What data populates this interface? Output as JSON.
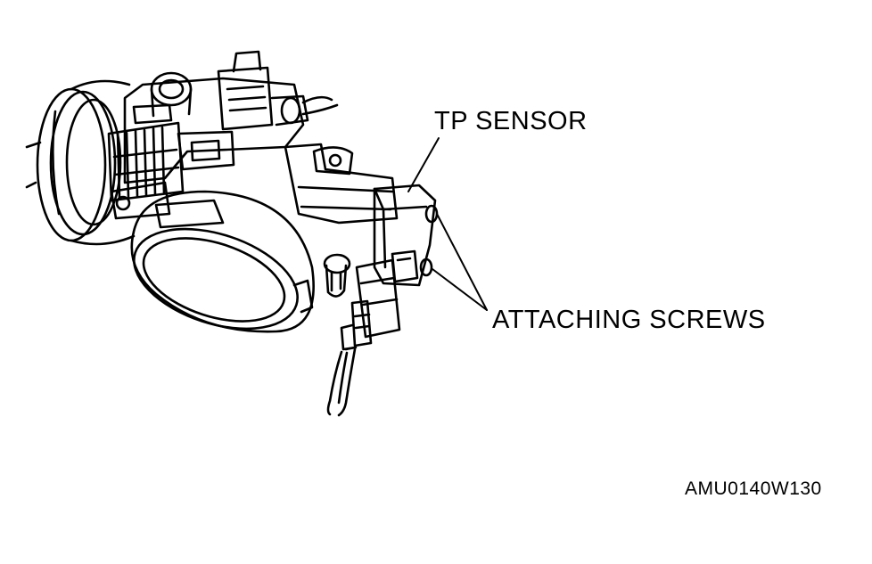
{
  "figure": {
    "labels": {
      "tp_sensor": "TP SENSOR",
      "attaching_screws": "ATTACHING SCREWS",
      "figure_code": "AMU0140W130"
    },
    "colors": {
      "ink": "#000000",
      "paper": "#ffffff"
    }
  }
}
